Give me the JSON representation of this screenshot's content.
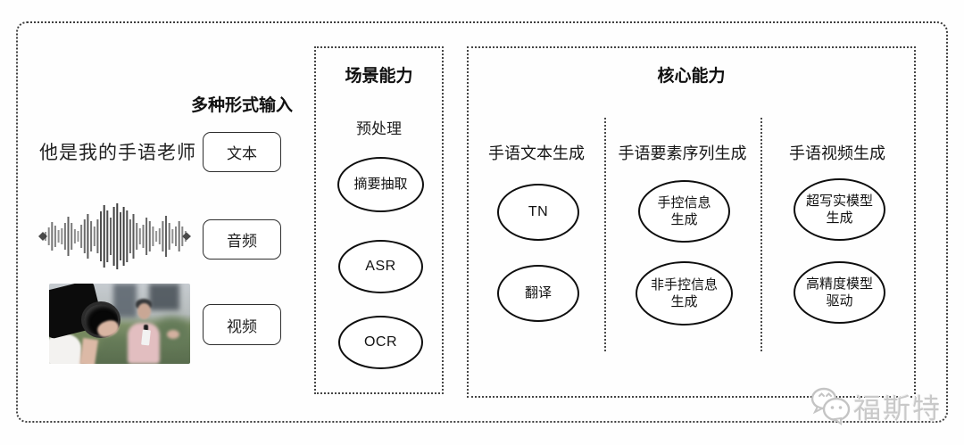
{
  "colors": {
    "ink": "#1a1a1a",
    "frame_border": "#3f3f3f",
    "watermark": "#c9c9c9"
  },
  "input": {
    "title": "多种形式输入",
    "sample_text": "他是我的手语老师",
    "waveform_icon": "audio-waveform-icon",
    "video_image": "video-thumbnail-image",
    "boxes": [
      {
        "label": "文本"
      },
      {
        "label": "音频"
      },
      {
        "label": "视频"
      }
    ]
  },
  "scene": {
    "title": "场景能力",
    "subtitle": "预处理",
    "nodes": [
      "摘要抽取",
      "ASR",
      "OCR"
    ]
  },
  "core": {
    "title": "核心能力",
    "columns": [
      {
        "header": "手语文本生成",
        "nodes": [
          "TN",
          "翻译"
        ]
      },
      {
        "header": "手语要素序列生成",
        "nodes": [
          "手控信息\n生成",
          "非手控信息\n生成"
        ]
      },
      {
        "header": "手语视频生成",
        "nodes": [
          "超写实模型\n生成",
          "高精度模型\n驱动"
        ]
      }
    ]
  },
  "watermark": {
    "icon": "chat-bubbles-icon",
    "text": "福斯特"
  }
}
